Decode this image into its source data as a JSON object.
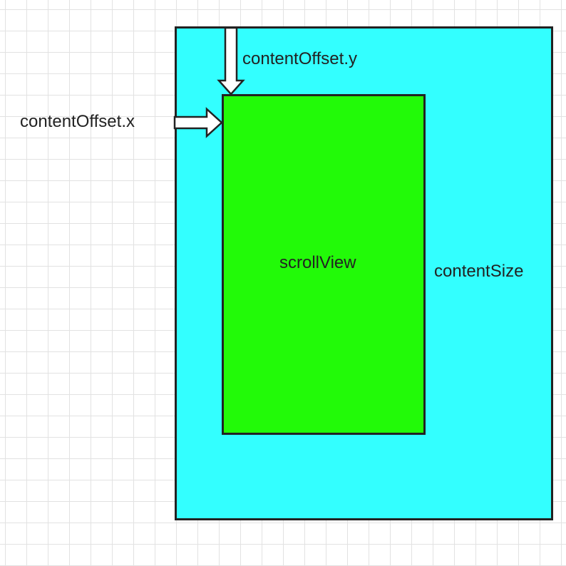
{
  "diagram": {
    "labels": {
      "content_offset_y": "contentOffset.y",
      "content_offset_x": "contentOffset.x",
      "scroll_view": "scrollView",
      "content_size": "contentSize"
    },
    "colors": {
      "content_size_fill": "#33ffff",
      "scroll_view_fill": "#22fa08",
      "border": "#222222",
      "arrow_fill": "#ffffff",
      "grid_line": "#e2e2e2",
      "background": "#ffffff"
    }
  }
}
